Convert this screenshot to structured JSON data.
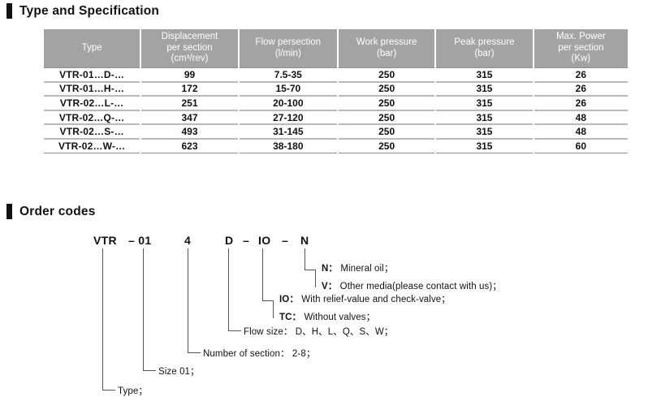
{
  "sections": {
    "spec": {
      "title": "Type and Specification"
    },
    "order": {
      "title": "Order codes"
    }
  },
  "spec_table": {
    "headers": [
      {
        "line1": "Type",
        "line2": "",
        "line3": ""
      },
      {
        "line1": "Displacement",
        "line2": "per section",
        "line3": "(cm³/rev)"
      },
      {
        "line1": "Flow persection",
        "line2": "(l/min)",
        "line3": ""
      },
      {
        "line1": "Work pressure",
        "line2": "(bar)",
        "line3": ""
      },
      {
        "line1": "Peak pressure",
        "line2": "(bar)",
        "line3": ""
      },
      {
        "line1": "Max. Power",
        "line2": "per section",
        "line3": "(Kw)"
      }
    ],
    "rows": [
      {
        "type": "VTR-01…D-…",
        "displacement": "99",
        "flow": "7.5-35",
        "work": "250",
        "peak": "315",
        "power": "26"
      },
      {
        "type": "VTR-01…H-…",
        "displacement": "172",
        "flow": "15-70",
        "work": "250",
        "peak": "315",
        "power": "26"
      },
      {
        "type": "VTR-02…L-…",
        "displacement": "251",
        "flow": "20-100",
        "work": "250",
        "peak": "315",
        "power": "26"
      },
      {
        "type": "VTR-02…Q-…",
        "displacement": "347",
        "flow": "27-120",
        "work": "250",
        "peak": "315",
        "power": "48"
      },
      {
        "type": "VTR-02…S-…",
        "displacement": "493",
        "flow": "31-145",
        "work": "250",
        "peak": "315",
        "power": "48"
      },
      {
        "type": "VTR-02…W-…",
        "displacement": "623",
        "flow": "38-180",
        "work": "250",
        "peak": "315",
        "power": "60"
      }
    ]
  },
  "order_code": {
    "tokens": [
      {
        "text": "VTR"
      },
      {
        "text": "– 01"
      },
      {
        "text": "4"
      },
      {
        "text": "D"
      },
      {
        "text": "–"
      },
      {
        "text": "IO"
      },
      {
        "text": "–"
      },
      {
        "text": "N"
      }
    ],
    "annotations": [
      {
        "key": "N：",
        "text": "Mineral oil；"
      },
      {
        "key": "V：",
        "text": "Other media(please contact with us)；"
      },
      {
        "key": "IO：",
        "text": "With relief-value and check-valve；"
      },
      {
        "key": "TC：",
        "text": "Without valves；"
      },
      {
        "key": "",
        "text": "Flow size：  D、H、L、Q、S、W；"
      },
      {
        "key": "",
        "text": "Number of section：  2-8；"
      },
      {
        "key": "",
        "text": "Size 01；"
      },
      {
        "key": "",
        "text": "Type；"
      }
    ]
  },
  "colors": {
    "header_gray": "#a3a3a3",
    "header_text": "#ffffff",
    "rule": "#b9b9b9",
    "accent_bar": "#111111",
    "leader_line": "#555555"
  }
}
